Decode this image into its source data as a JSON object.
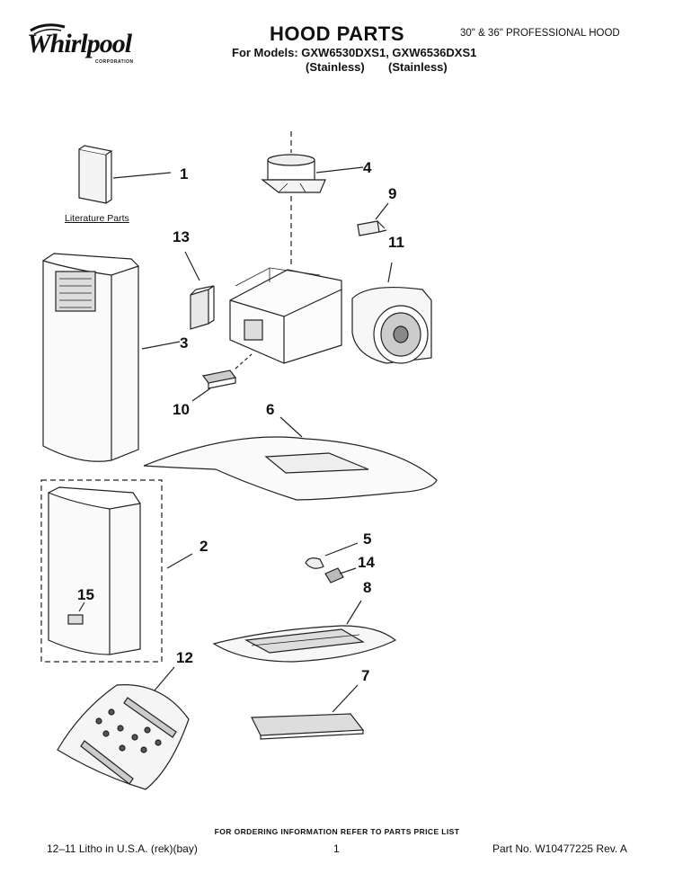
{
  "header": {
    "brand": "Whirlpool",
    "brand_sub": "CORPORATION",
    "title": "HOOD PARTS",
    "models_line": "For Models: GXW6530DXS1, GXW6536DXS1",
    "finish_1": "(Stainless)",
    "finish_2": "(Stainless)",
    "product_line": "30\" & 36\" PROFESSIONAL HOOD"
  },
  "diagram": {
    "literature_label": "Literature Parts",
    "callouts": [
      "1",
      "2",
      "3",
      "4",
      "5",
      "6",
      "7",
      "8",
      "9",
      "10",
      "11",
      "12",
      "13",
      "14",
      "15"
    ]
  },
  "footer": {
    "ordering_note": "FOR ORDERING INFORMATION REFER TO PARTS PRICE LIST",
    "litho": "12–11 Litho in U.S.A. (rek)(bay)",
    "page": "1",
    "part_no": "Part No. W10477225 Rev. A"
  }
}
